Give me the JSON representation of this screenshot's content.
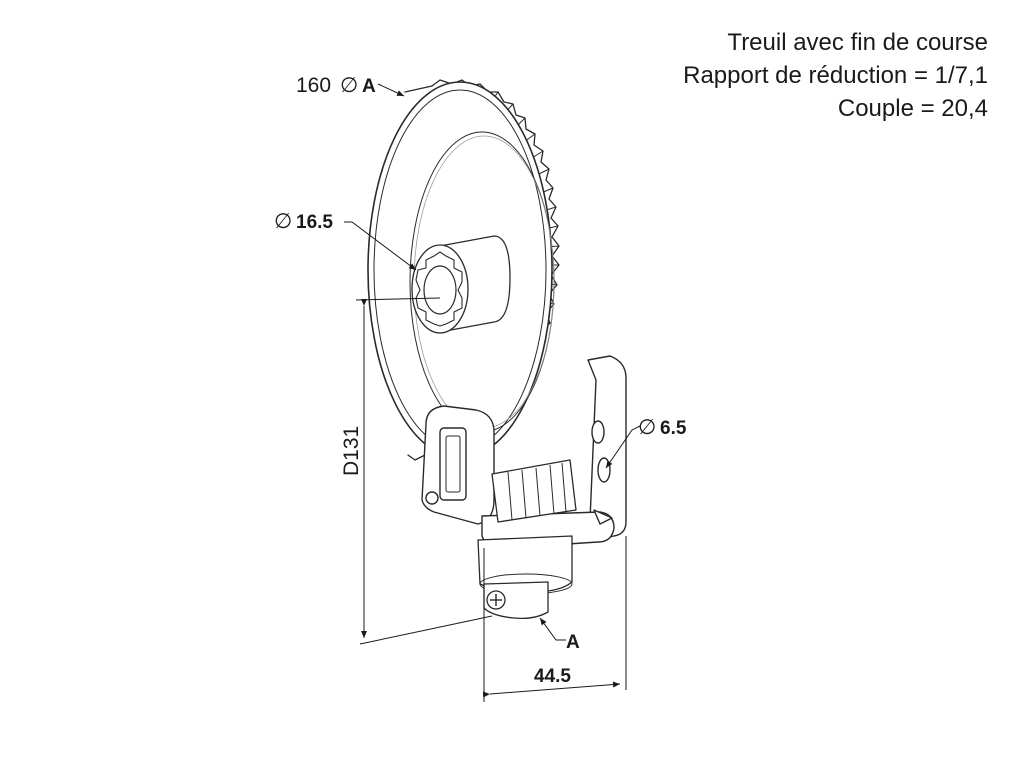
{
  "title_lines": {
    "line1": "Treuil avec fin de course",
    "line2": "Rapport de réduction = 1/7,1",
    "line3": "Couple = 20,4"
  },
  "callouts": {
    "gear_diameter_value": "160",
    "gear_diameter_ref": "A",
    "bore_diameter": "16.5",
    "hole_diameter": "6.5",
    "height": "D131",
    "width": "44.5",
    "section_ref": "A"
  },
  "symbols": {
    "diameter": "∅"
  }
}
